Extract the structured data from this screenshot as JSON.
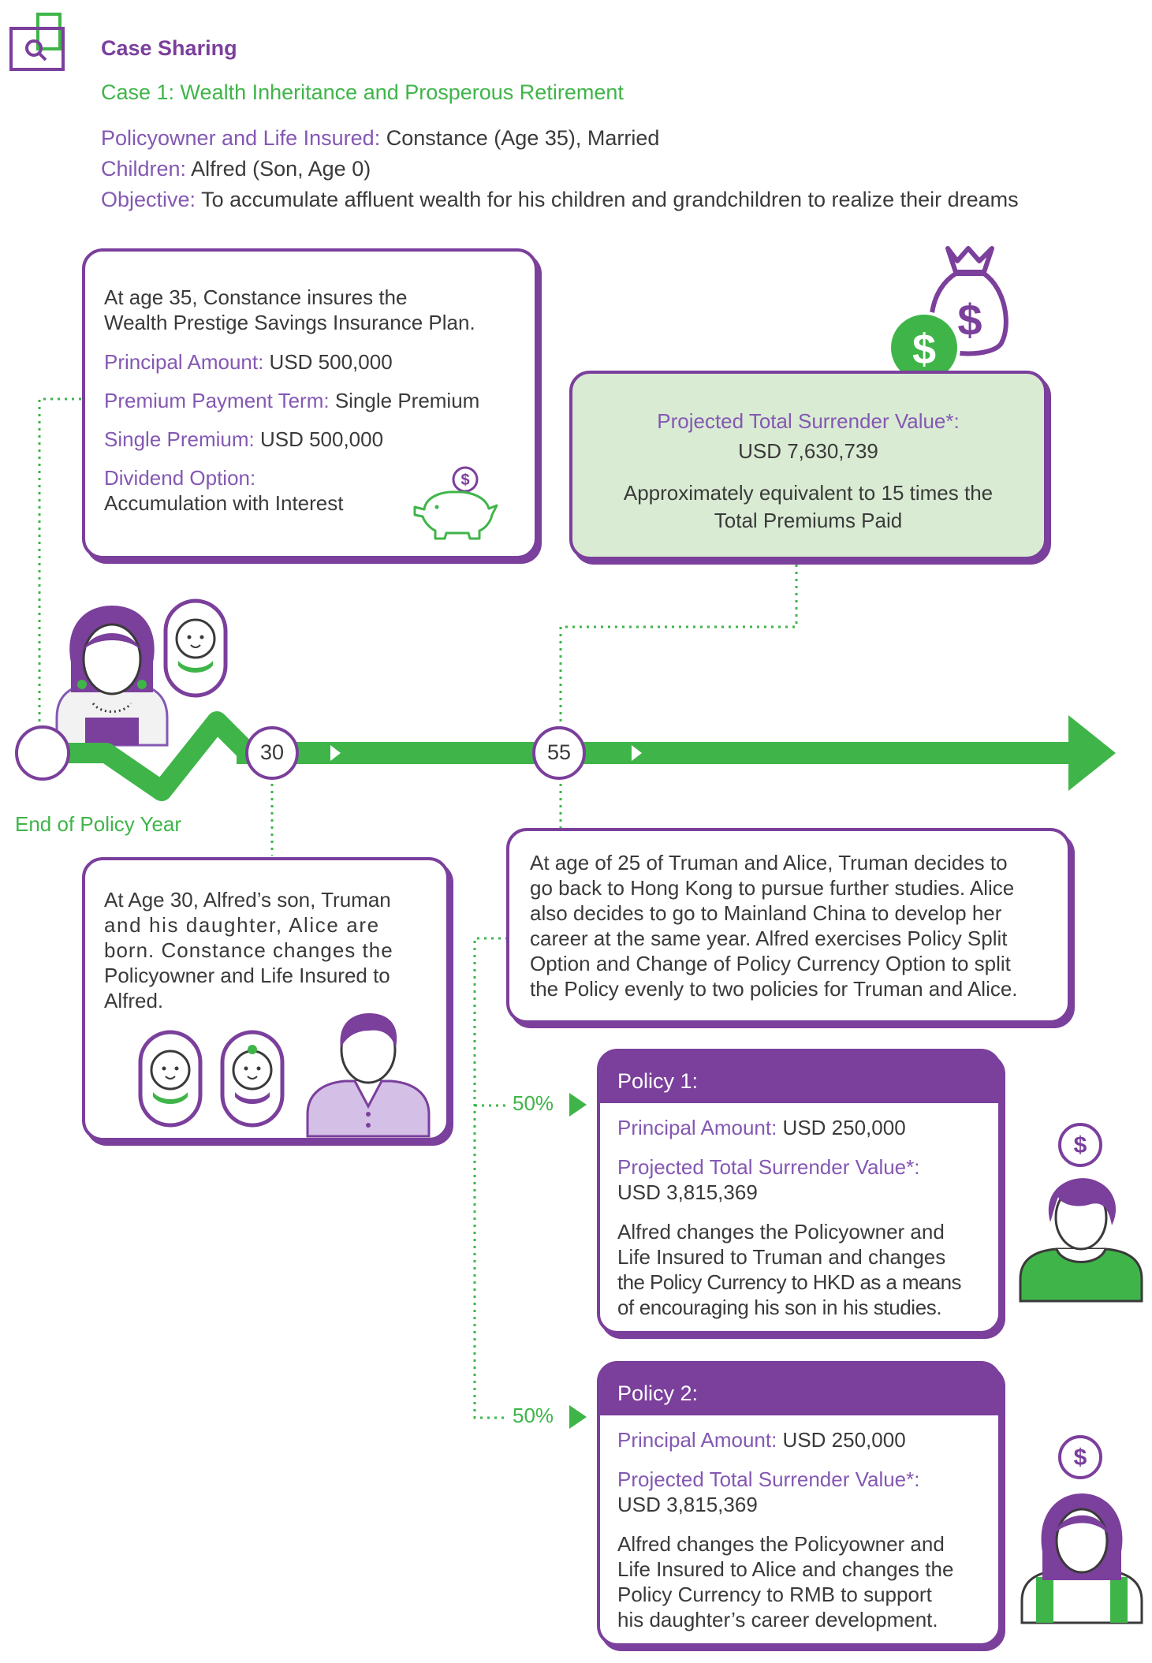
{
  "header": {
    "title": "Case Sharing",
    "case_title": "Case 1: Wealth Inheritance and Prosperous Retirement"
  },
  "info": {
    "policyowner_label": "Policyowner and Life Insured:",
    "policyowner_value": " Constance (Age 35), Married",
    "children_label": "Children:",
    "children_value": " Alfred (Son, Age 0)",
    "objective_label": "Objective:",
    "objective_value": " To accumulate affluent wealth for his children and grandchildren to realize their dreams"
  },
  "box_start": {
    "line1": "At age 35, Constance insures the",
    "line2": "Wealth Prestige Savings Insurance Plan.",
    "principal_label": "Principal Amount:",
    "principal_value": " USD 500,000",
    "term_label": "Premium Payment Term:",
    "term_value": " Single Premium",
    "single_label": "Single Premium:",
    "single_value": " USD 500,000",
    "dividend_label": "Dividend Option:",
    "dividend_value": "Accumulation with Interest"
  },
  "box_value": {
    "label": "Projected Total Surrender Value*:",
    "value": "USD 7,630,739",
    "note_line1": "Approximately equivalent to 15 times the",
    "note_line2": "Total Premiums Paid"
  },
  "timeline": {
    "marker_30": "30",
    "marker_55": "55",
    "axis_label": "End of Policy Year"
  },
  "box_30": {
    "line1": "At Age 30, Alfred’s son, Truman",
    "line2": "and his daughter, Alice are",
    "line3": "born. Constance changes the",
    "line4": "Policyowner and Life Insured to",
    "line5": "Alfred."
  },
  "box_55": {
    "line1": "At age of 25 of Truman and Alice, Truman decides to",
    "line2": "go back to Hong Kong to pursue further studies. Alice",
    "line3": "also decides to go to Mainland China to develop her",
    "line4": "career at the same year. Alfred exercises Policy Split",
    "line5": "Option and Change of Policy Currency Option to split",
    "line6": "the Policy evenly to two policies for Truman and Alice."
  },
  "policy1": {
    "title": "Policy 1:",
    "split": "50%",
    "principal_label": "Principal Amount:",
    "principal_value": " USD 250,000",
    "value_label": "Projected Total Surrender Value*:",
    "value": "USD 3,815,369",
    "line1": "Alfred changes the Policyowner and",
    "line2": "Life Insured to Truman and changes",
    "line3": "the Policy Currency to HKD as a means",
    "line4": "of encouraging his son in his studies."
  },
  "policy2": {
    "title": "Policy 2:",
    "split": "50%",
    "principal_label": "Principal Amount:",
    "principal_value": " USD 250,000",
    "value_label": "Projected Total Surrender Value*:",
    "value": "USD 3,815,369",
    "line1": "Alfred changes the Policyowner and",
    "line2": "Life Insured to Alice and changes the",
    "line3": "Policy Currency to RMB to support",
    "line4": "his daughter’s career development."
  },
  "icons": {
    "dollar_symbol": "$",
    "header_icon": "search-document-icon",
    "money_bag": "money-bag-icon",
    "piggy_bank": "piggy-bank-icon"
  },
  "colors": {
    "purple": "#7b3f9c",
    "light_purple": "#8458b3",
    "green": "#3fb549",
    "light_green": "#d9ebd3"
  }
}
